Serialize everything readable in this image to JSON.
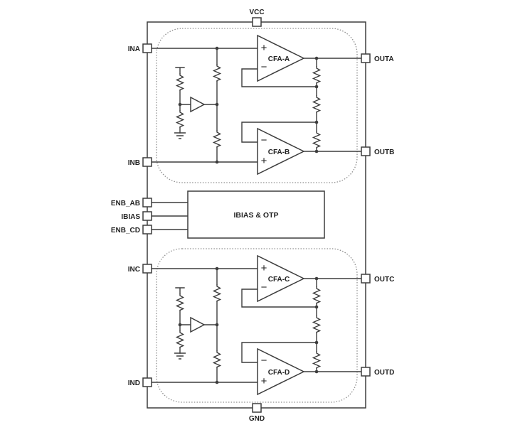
{
  "diagram": {
    "pins": {
      "vcc": {
        "label": "VCC"
      },
      "ina": {
        "label": "INA"
      },
      "inb": {
        "label": "INB"
      },
      "enb_ab": {
        "label": "ENB_AB"
      },
      "ibias": {
        "label": "IBIAS"
      },
      "enb_cd": {
        "label": "ENB_CD"
      },
      "inc": {
        "label": "INC"
      },
      "ind": {
        "label": "IND"
      },
      "outa": {
        "label": "OUTA"
      },
      "outb": {
        "label": "OUTB"
      },
      "outc": {
        "label": "OUTC"
      },
      "outd": {
        "label": "OUTD"
      },
      "gnd": {
        "label": "GND"
      }
    },
    "amplifiers": {
      "cfa_a": {
        "label": "CFA-A",
        "plus": "+",
        "minus": "−"
      },
      "cfa_b": {
        "label": "CFA-B",
        "plus": "+",
        "minus": "−"
      },
      "cfa_c": {
        "label": "CFA-C",
        "plus": "+",
        "minus": "−"
      },
      "cfa_d": {
        "label": "CFA-D",
        "plus": "+",
        "minus": "−"
      }
    },
    "blocks": {
      "ibias_otp": {
        "label": "IBIAS & OTP"
      }
    },
    "colors": {
      "wire": "#3d3d3d",
      "text": "#232323",
      "region_outline": "#8f8f8f",
      "background": "#ffffff"
    }
  }
}
